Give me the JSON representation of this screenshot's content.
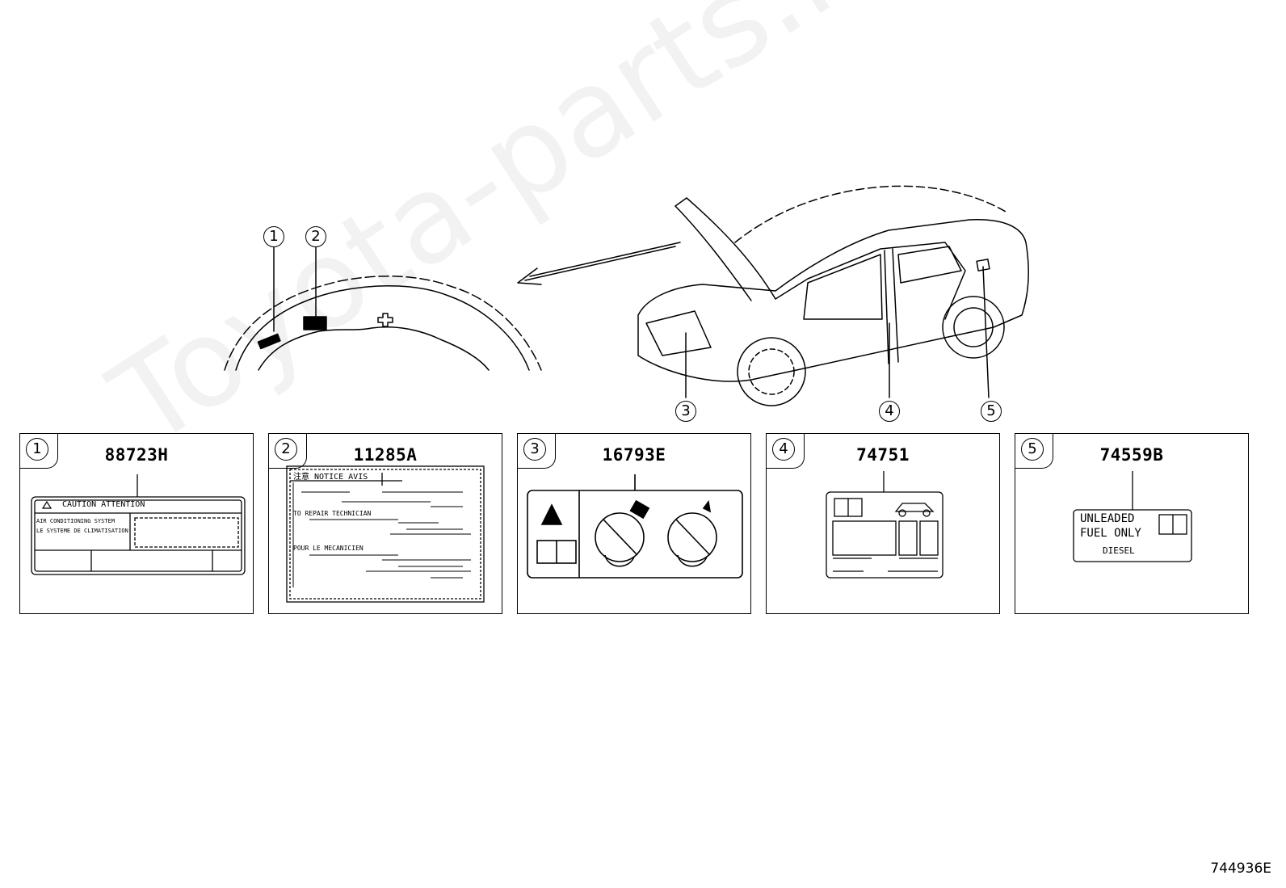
{
  "watermark": "Toyota-parts.ru",
  "figure_code": "744936E",
  "callouts": [
    "1",
    "2",
    "3",
    "4",
    "5"
  ],
  "panels": [
    {
      "index": "1",
      "part": "88723H",
      "label": {
        "title": "CAUTION  ATTENTION",
        "line1": "AIR CONDITIONING SYSTEM",
        "line2": "LE SYSTEME DE CLIMATISATION"
      }
    },
    {
      "index": "2",
      "part": "11285A",
      "label": {
        "title": "注意  NOTICE  AVIS",
        "line1": "TO REPAIR TECHNICIAN",
        "line2": "POUR LE MECANICIEN"
      }
    },
    {
      "index": "3",
      "part": "16793E"
    },
    {
      "index": "4",
      "part": "74751"
    },
    {
      "index": "5",
      "part": "74559B",
      "label": {
        "line1": "UNLEADED",
        "line2": "FUEL ONLY",
        "line3": "DIESEL"
      }
    }
  ],
  "icons": [
    "warning-triangle-icon",
    "owners-manual-icon",
    "no-pressure-washer-icon",
    "no-spray-icon",
    "car-icon",
    "flame-icon"
  ]
}
